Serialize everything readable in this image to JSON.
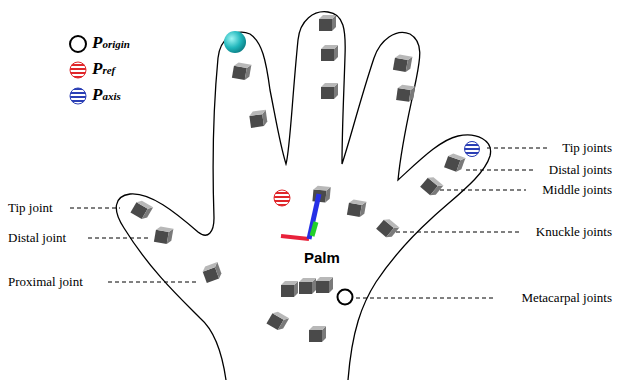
{
  "diagram": {
    "labels": [
      "Tip joints",
      "Distal joints",
      "Middle joints",
      "Knuckle joints",
      "Metacarpal joints",
      "Tip joint",
      "Distal joint",
      "Proximal joint",
      "Palm"
    ],
    "legend": [
      {
        "text": "Porigin"
      },
      {
        "text": "Pref"
      },
      {
        "text": "Paxis"
      }
    ]
  }
}
